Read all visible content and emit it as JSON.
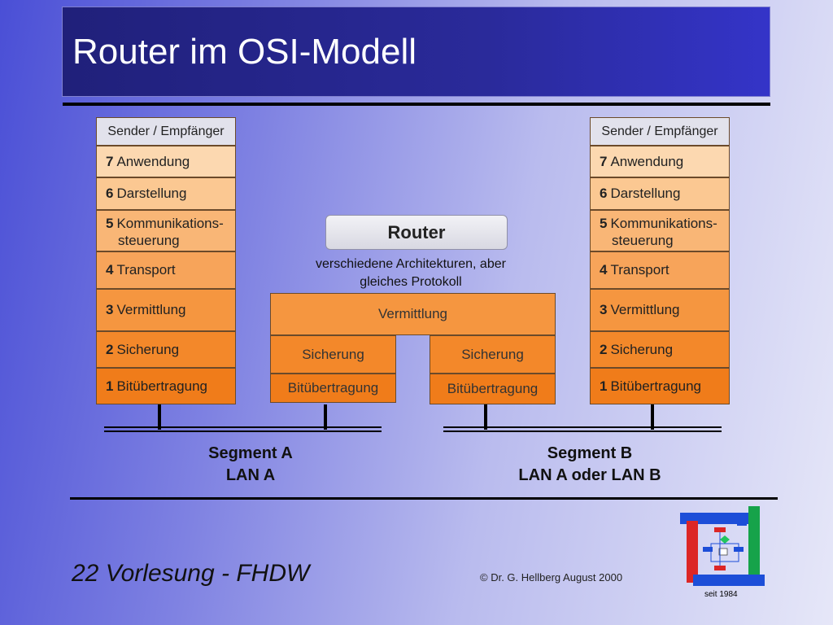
{
  "title": "Router im OSI-Modell",
  "left_stack": {
    "header": "Sender / Empfänger",
    "layers": [
      {
        "num": "7",
        "name": "Anwendung"
      },
      {
        "num": "6",
        "name": "Darstellung"
      },
      {
        "num": "5",
        "name": "Kommunikations-",
        "name2": "steuerung"
      },
      {
        "num": "4",
        "name": "Transport"
      },
      {
        "num": "3",
        "name": "Vermittlung"
      },
      {
        "num": "2",
        "name": "Sicherung"
      },
      {
        "num": "1",
        "name": "Bitübertragung"
      }
    ]
  },
  "right_stack": {
    "header": "Sender / Empfänger",
    "layers": [
      {
        "num": "7",
        "name": "Anwendung"
      },
      {
        "num": "6",
        "name": "Darstellung"
      },
      {
        "num": "5",
        "name": "Kommunikations-",
        "name2": "steuerung"
      },
      {
        "num": "4",
        "name": "Transport"
      },
      {
        "num": "3",
        "name": "Vermittlung"
      },
      {
        "num": "2",
        "name": "Sicherung"
      },
      {
        "num": "1",
        "name": "Bitübertragung"
      }
    ]
  },
  "router": {
    "label": "Router",
    "caption_line1": "verschiedene Architekturen, aber",
    "caption_line2": "gleiches Protokoll",
    "network_layer": "Vermittlung",
    "left_datalink": "Sicherung",
    "left_physical": "Bitübertragung",
    "right_datalink": "Sicherung",
    "right_physical": "Bitübertragung"
  },
  "segment_a": {
    "line1": "Segment A",
    "line2": "LAN A"
  },
  "segment_b": {
    "line1": "Segment B",
    "line2": "LAN A oder LAN B"
  },
  "footer": "22 Vorlesung - FHDW",
  "copyright": "© Dr. G. Hellberg August 2000",
  "logo_caption": "seit 1984",
  "colors": {
    "layer7": "#fcd8b0",
    "layer6": "#fbc892",
    "layer5": "#f9b676",
    "layer4": "#f7a45a",
    "layer3": "#f59640",
    "layer2": "#f3882a",
    "layer1": "#f07c1a"
  }
}
